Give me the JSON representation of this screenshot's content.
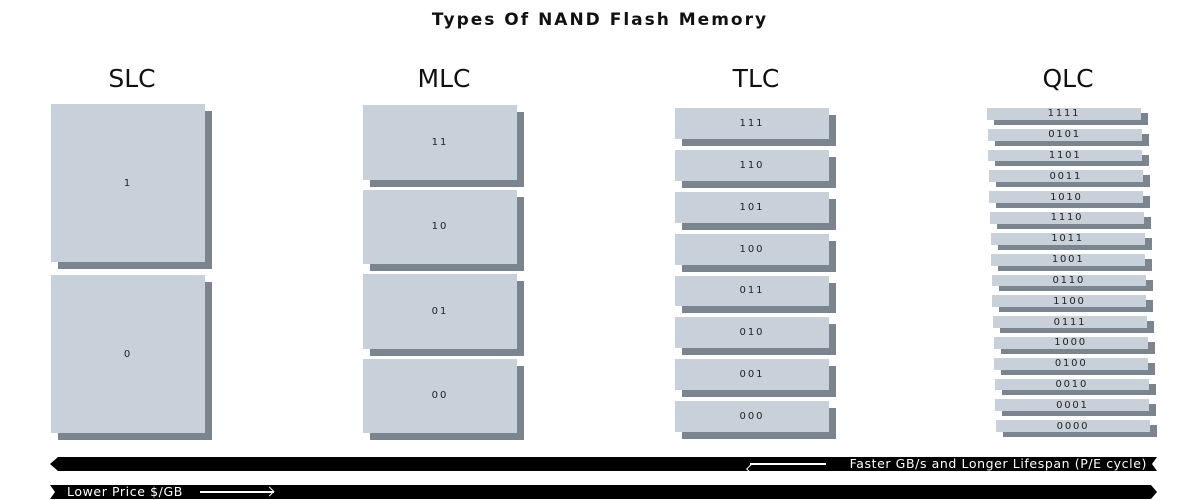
{
  "title": "Types Of NAND Flash Memory",
  "colors": {
    "cell_face": "#c8d0da",
    "cell_shadow": "#7a8590",
    "bar": "#000000",
    "bar_text": "#ffffff"
  },
  "columns": [
    {
      "label": "SLC",
      "cells": [
        "1",
        "0"
      ]
    },
    {
      "label": "MLC",
      "cells": [
        "11",
        "10",
        "01",
        "00"
      ]
    },
    {
      "label": "TLC",
      "cells": [
        "111",
        "110",
        "101",
        "100",
        "011",
        "010",
        "001",
        "000"
      ]
    },
    {
      "label": "QLC",
      "cells": [
        "1111",
        "0101",
        "1101",
        "0011",
        "1010",
        "1110",
        "1011",
        "1001",
        "0110",
        "1100",
        "0111",
        "1000",
        "0100",
        "0010",
        "0001",
        "0000"
      ]
    }
  ],
  "arrows": {
    "top": {
      "label": "Faster GB/s and Longer Lifespan (P/E cycle)",
      "direction": "left"
    },
    "bottom": {
      "label": "Lower Price $/GB",
      "direction": "right"
    }
  }
}
